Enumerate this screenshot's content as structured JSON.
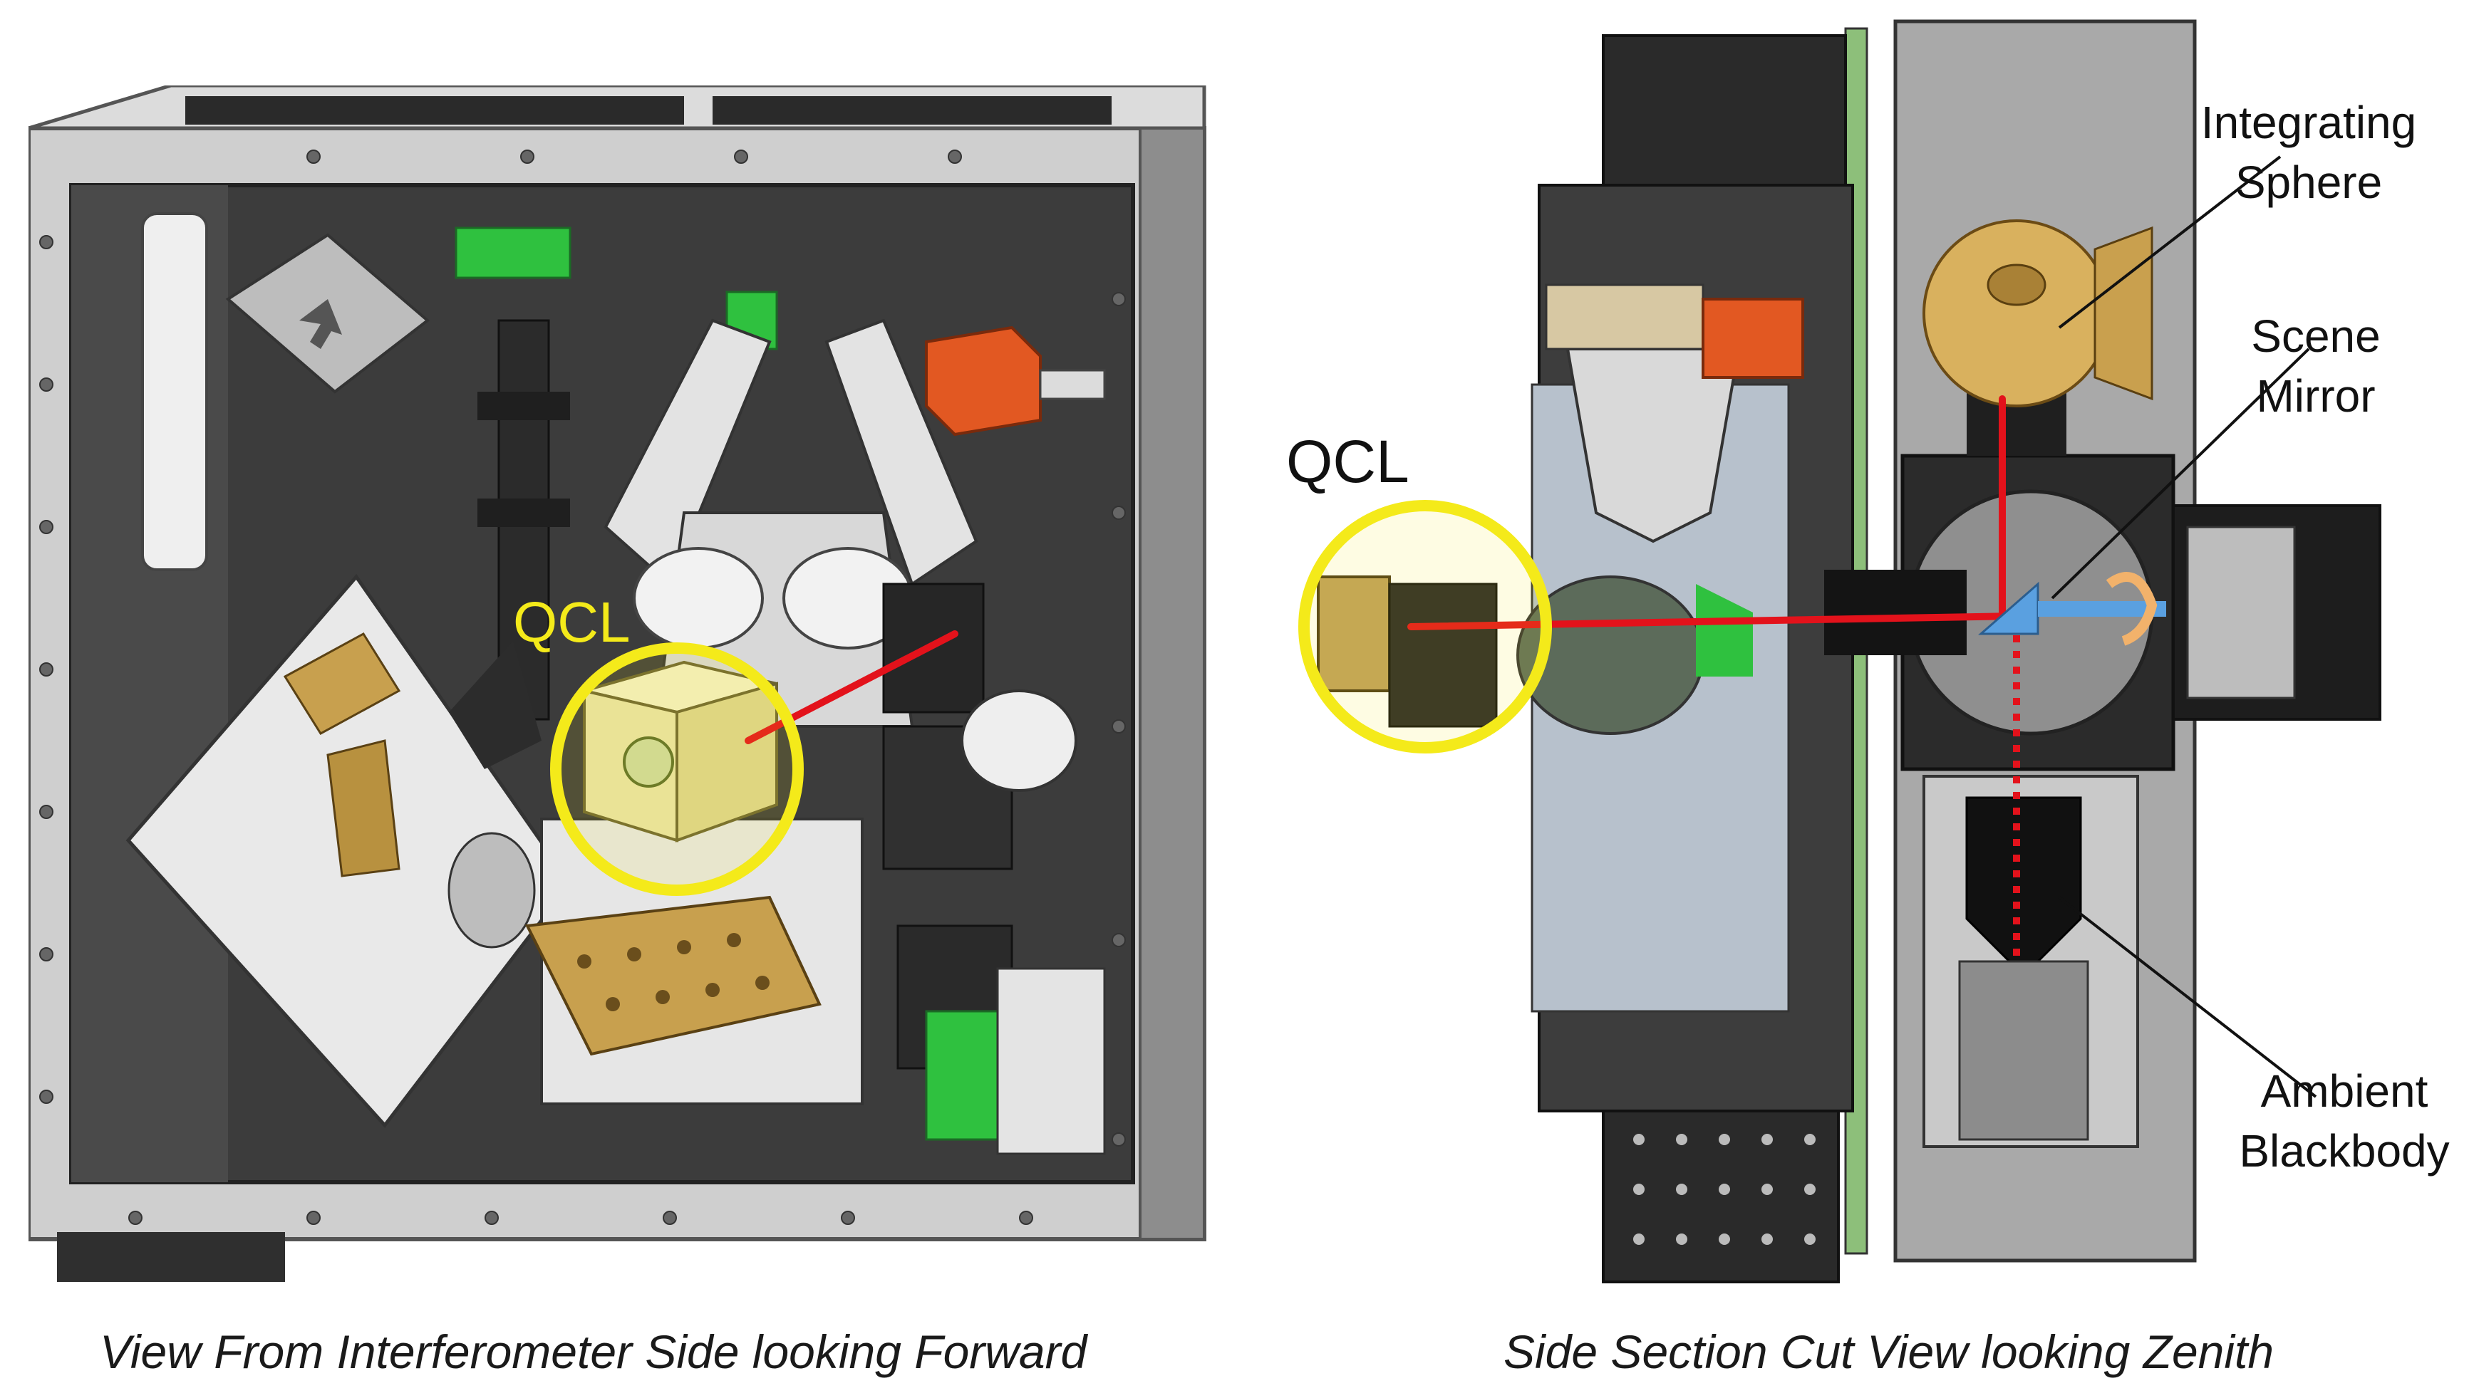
{
  "left_panel": {
    "caption": "View From Interferometer Side looking Forward",
    "qcl_label": "QCL"
  },
  "right_panel": {
    "caption": "Side Section Cut View looking Zenith",
    "qcl_label": "QCL",
    "callouts": {
      "integrating_sphere": [
        "Integrating",
        "Sphere"
      ],
      "scene_mirror": [
        "Scene",
        "Mirror"
      ],
      "ambient_blackbody": [
        "Ambient",
        "Blackbody"
      ]
    }
  },
  "colors": {
    "frame": "#c9c9c9",
    "cavity": "#3a3a3a",
    "mount": "#e6e6e6",
    "laser_beam": "#e3121b",
    "qcl_highlight": "#f4ea1a",
    "brass": "#c8a04e",
    "block_red": "#e25822",
    "pcb_green": "#2fc13f",
    "scene_mirror_blue": "#5aa0e0",
    "sphere_gold": "#d9b15e"
  }
}
